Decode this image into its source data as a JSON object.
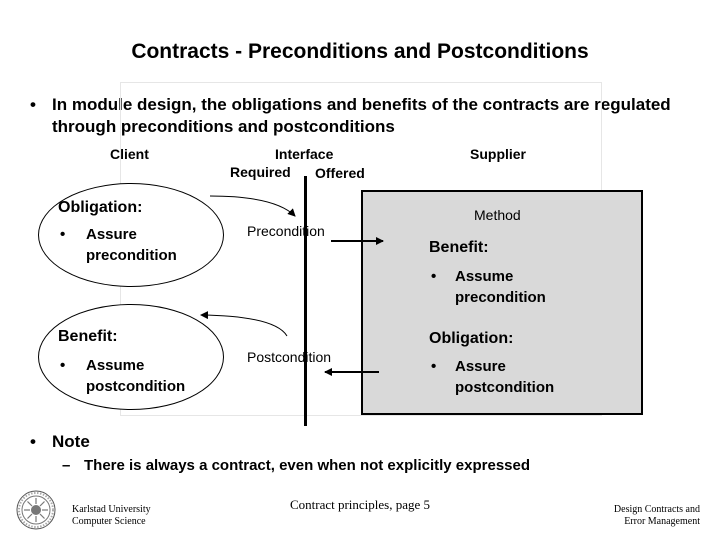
{
  "title": "Contracts - Preconditions and Postconditions",
  "intro": {
    "bullet": "•",
    "text": "In module design, the obligations and benefits of the contracts are regulated through preconditions and postconditions"
  },
  "headers": {
    "client": "Client",
    "interface": "Interface",
    "supplier": "Supplier",
    "required": "Required",
    "offered": "Offered"
  },
  "client_obligation": {
    "title": "Obligation:",
    "bullet": "•",
    "item": "Assure precondition"
  },
  "client_benefit": {
    "title": "Benefit:",
    "bullet": "•",
    "item": "Assume postcondition"
  },
  "labels": {
    "precondition": "Precondition",
    "postcondition": "Postcondition"
  },
  "method": {
    "title": "Method",
    "benefit_title": "Benefit:",
    "benefit_bullet": "•",
    "benefit_item": "Assume precondition",
    "obligation_title": "Obligation:",
    "obligation_bullet": "•",
    "obligation_item": "Assure postcondition"
  },
  "note": {
    "bullet": "•",
    "title": "Note",
    "dash": "–",
    "text": "There is always a contract, even when not explicitly expressed"
  },
  "footer": {
    "university": "Karlstad University",
    "department": "Computer Science",
    "page": "Contract principles, page 5",
    "course_line1": "Design Contracts and",
    "course_line2": "Error Management"
  },
  "logo_icon": "university-seal-icon",
  "colors": {
    "method_fill": "#d9d9d9"
  }
}
